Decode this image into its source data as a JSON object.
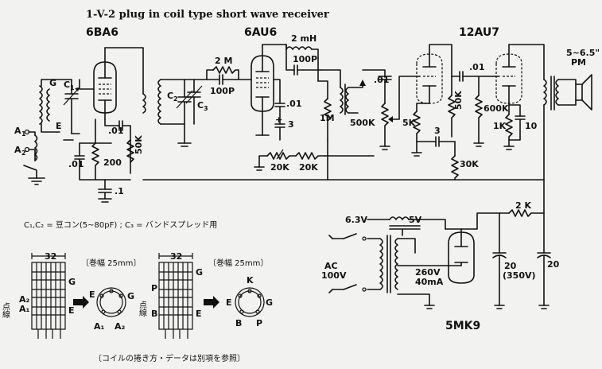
{
  "title": "1-V-2 plug in coil type short wave receiver",
  "tubes": {
    "rf": "6BA6",
    "det": "6AU6",
    "af": "12AU7",
    "rect": "5MK9"
  },
  "labels": {
    "g": "G",
    "c1": "C",
    "c1_sub": "1",
    "e": "E",
    "a1": "A",
    "a1_sub": "1",
    "a2": "A",
    "a2_sub": "2",
    "cap_01a": ".01",
    "r_200": "200",
    "cap_01b": ".01",
    "cap_1": ".1",
    "r_50k_a": "50K",
    "c2": "C",
    "c2_sub": "2",
    "c3": "C",
    "c3_sub": "3",
    "r_2m": "2 M",
    "cap_100p_a": "100P",
    "l_2mh": "2 mH",
    "cap_100p_b": "100P",
    "cap_01c": ".01",
    "cap_3a": "3",
    "r_20k_a": "20K",
    "r_20k_b": "20K",
    "r_1m": "1M",
    "cap_01d": ".01",
    "pot_500k": "500K",
    "r_5k": "5K",
    "cap_3b": "3",
    "r_50k_b": "50K",
    "cap_01e": ".01",
    "r_30k": "30K",
    "r_600k": "600K",
    "r_1k": "1K",
    "cap_10": "10",
    "spk": "5~6.5\"",
    "spk_pm": "PM",
    "v63": "6.3V",
    "v5": "5V",
    "r_2k": "2 K",
    "ac": "AC",
    "ac_v": "100V",
    "sec_v": "260V",
    "sec_ma": "40mA",
    "cap_20a": "20",
    "cap_20a_v": "(350V)",
    "cap_20b": "20"
  },
  "notes": {
    "cap_note": "C₁,C₂ = 豆コン(5~80pF) ; C₃ = バンドスプレッド用",
    "coil_note": "〔コイルの捲き方・データは別項を参照〕",
    "dim1": "32",
    "dim2": "32",
    "winding1": "〔巻幅 25mm〕",
    "winding2": "〔巻幅 25mm〕",
    "c1_g": "G",
    "c1_a2": "A₂",
    "c1_a1": "A₁",
    "c1_e": "E",
    "c1_side": "点線",
    "p1_e": "E",
    "p1_g": "G",
    "p1_a1": "A₁",
    "p1_a2": "A₂",
    "c2_g": "G",
    "c2_p": "P",
    "c2_b": "B",
    "c2_e": "E",
    "c2_side": "点線",
    "p2_k": "K",
    "p2_e": "E",
    "p2_g": "G",
    "p2_b": "B",
    "p2_p": "P"
  }
}
